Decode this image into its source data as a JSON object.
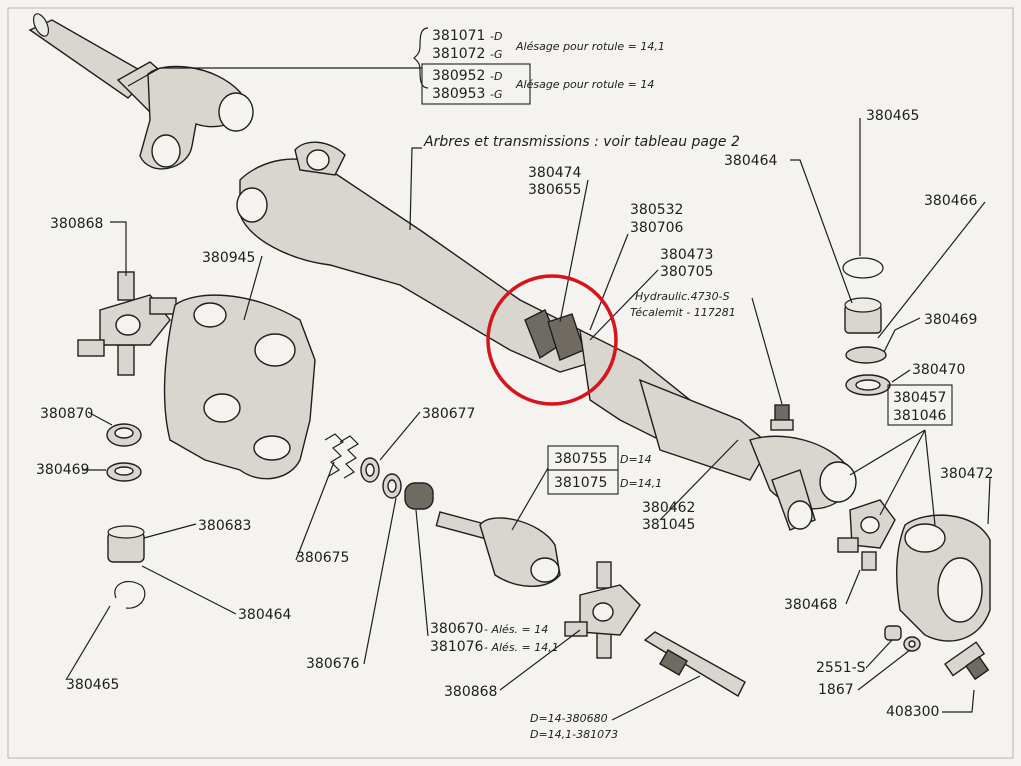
{
  "title": "Arbres et transmissions : voir tableau page 2",
  "highlight_color": "#d6141b",
  "refs": {
    "r381071": "381071",
    "r381071_suffix": "-D",
    "r381072": "381072",
    "r381072_suffix": "-G",
    "r380952": "380952",
    "r380952_suffix": "-D",
    "r380953": "380953",
    "r380953_suffix": "-G",
    "alesage_141": "Alésage pour rotule = 14,1",
    "alesage_14": "Alésage pour rotule = 14",
    "r380474": "380474",
    "r380655": "380655",
    "r380532": "380532",
    "r380706": "380706",
    "r380473": "380473",
    "r380705": "380705",
    "hydraulic": "Hydraulic.4730-S",
    "tecalemit": "Técalemit - 117281",
    "r380465_top": "380465",
    "r380464_top": "380464",
    "r380466": "380466",
    "r380469_right": "380469",
    "r380470": "380470",
    "r380457": "380457",
    "r381046": "381046",
    "r380472": "380472",
    "r380868_top": "380868",
    "r380945": "380945",
    "r380870": "380870",
    "r380469_left": "380469",
    "r380677": "380677",
    "r380755": "380755",
    "r380755_note": "D=14",
    "r381075": "381075",
    "r381075_note": "D=14,1",
    "r380462": "380462",
    "r381045": "381045",
    "r380683": "380683",
    "r380675": "380675",
    "r380464_bottom": "380464",
    "r380468": "380468",
    "r380670": "380670",
    "r380670_note": "- Alés. = 14",
    "r381076": "381076",
    "r381076_note": "- Alés. = 14,1",
    "r380676": "380676",
    "r380465_bottom": "380465",
    "r2551": "2551-S",
    "r1867": "1867",
    "r380868_bottom": "380868",
    "r408300": "408300",
    "r380680": "D=14-380680",
    "r381073": "D=14,1-381073"
  }
}
